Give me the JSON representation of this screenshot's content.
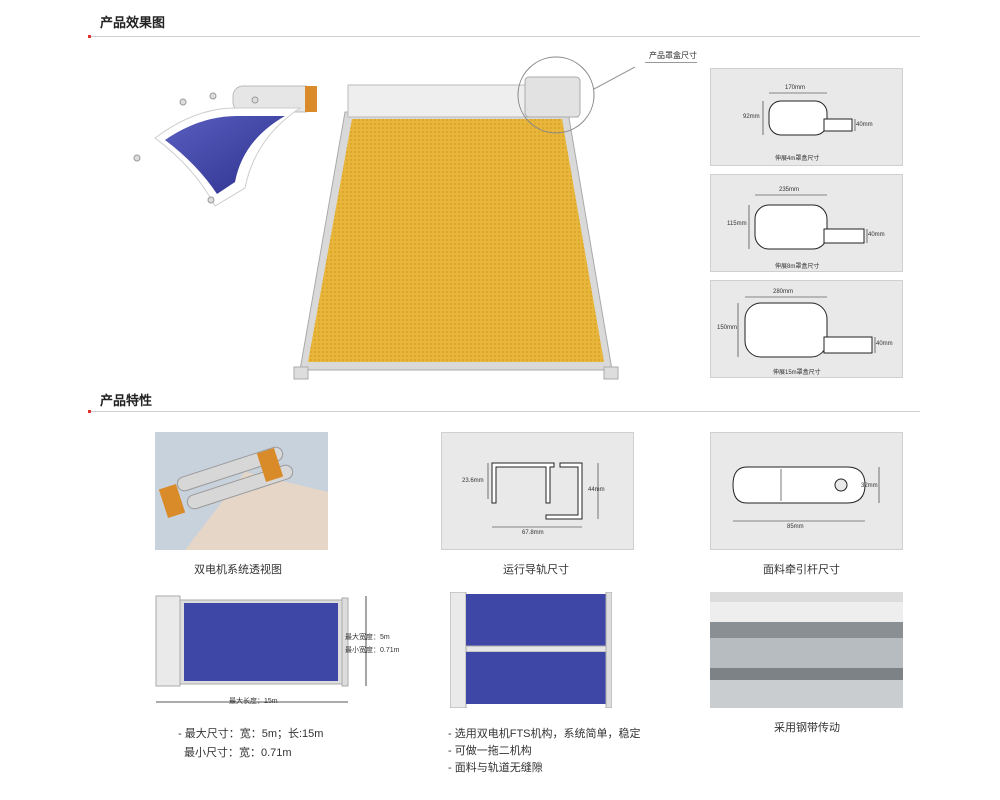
{
  "section1": {
    "title": "产品效果图",
    "callout": "产品罩盒尺寸"
  },
  "boxes": [
    {
      "caption": "伸展4m罩盒尺寸",
      "width": "170mm",
      "height": "92mm",
      "tail": "40mm"
    },
    {
      "caption": "伸展8m罩盒尺寸",
      "width": "235mm",
      "height": "115mm",
      "tail": "40mm"
    },
    {
      "caption": "伸展15m罩盒尺寸",
      "width": "280mm",
      "height": "150mm",
      "tail": "40mm"
    }
  ],
  "section2": {
    "title": "产品特性"
  },
  "figures": {
    "motor": {
      "caption": "双电机系统透视图"
    },
    "rail": {
      "caption": "运行导轨尺寸",
      "h1": "23.6mm",
      "h2": "44mm",
      "w": "67.8mm"
    },
    "bar": {
      "caption": "面料牵引杆尺寸",
      "h": "32mm",
      "w": "85mm"
    },
    "size": {
      "max_width": "最大宽度：5m",
      "min_width": "最小宽度：0.71m",
      "max_length": "最大长度：15m"
    },
    "belt": {
      "caption": "采用钢带传动"
    }
  },
  "features": {
    "dims": [
      "- 最大尺寸：宽：5m；长:15m",
      "最小尺寸：宽：0.71m"
    ],
    "fts": [
      "- 选用双电机FTS机构，系统简单，稳定",
      "- 可做一拖二机构",
      "- 面料与轨道无缝隙"
    ]
  },
  "colors": {
    "accent": "#e0332d",
    "fabric_yellow": "#e8b63a",
    "fabric_blue": "#3f47a6"
  }
}
